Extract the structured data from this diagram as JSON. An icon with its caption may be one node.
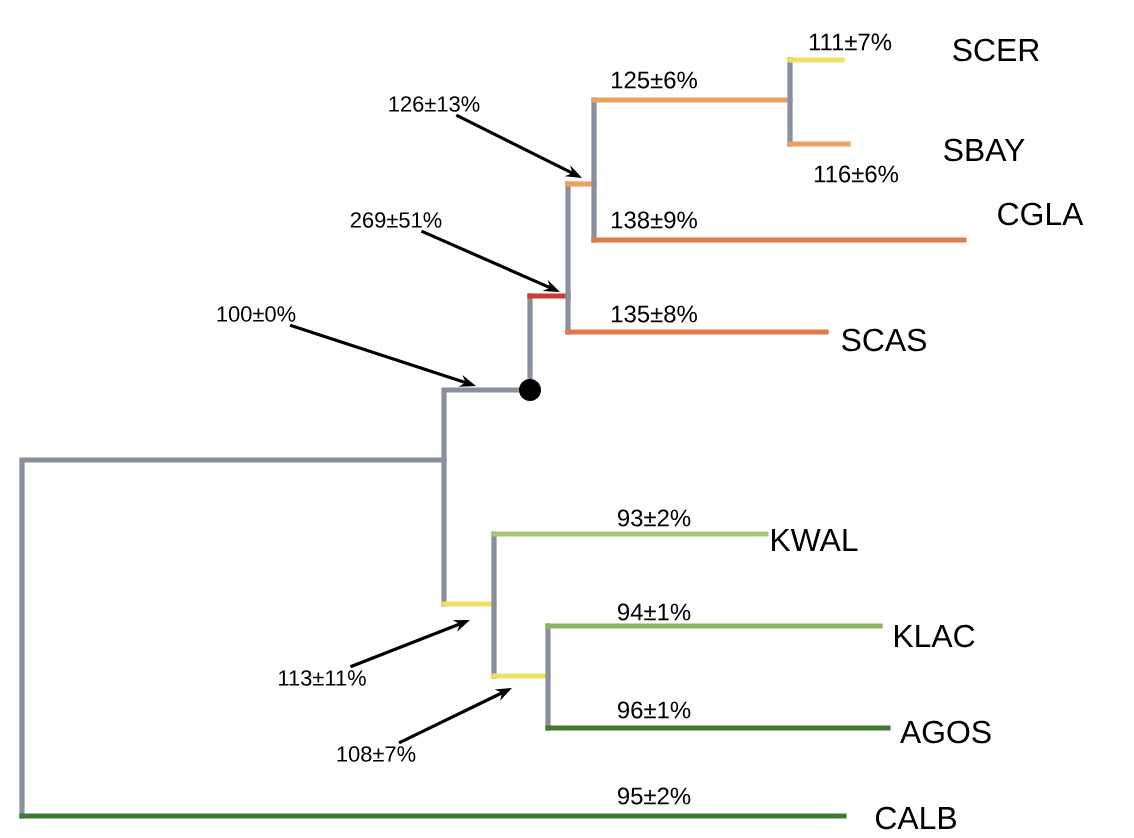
{
  "diagram": {
    "nodes": [
      {
        "text": [
          "126±13%"
        ]
      },
      {
        "text": [
          "269±51%"
        ]
      },
      {
        "text": [
          "100±0%"
        ]
      },
      {
        "text": [
          "113±11%"
        ]
      },
      {
        "text": [
          "108±7%"
        ]
      }
    ],
    "edges": [
      {
        "from": 0,
        "to": null,
        "arrow": "to"
      },
      {
        "from": 1,
        "to": null,
        "arrow": "to"
      },
      {
        "from": 2,
        "to": null,
        "arrow": "to"
      },
      {
        "from": 3,
        "to": null,
        "arrow": "to"
      },
      {
        "from": 4,
        "to": null,
        "arrow": "to"
      }
    ],
    "labels": [
      "111±7%",
      "SCER",
      "125±6%",
      "SBAY",
      "116±6%",
      "CGLA",
      "138±9%",
      "135±8%",
      "SCAS",
      "93±2%",
      "KWAL",
      "94±1%",
      "KLAC",
      "96±1%",
      "AGOS",
      "95±2%",
      "CALB"
    ]
  }
}
